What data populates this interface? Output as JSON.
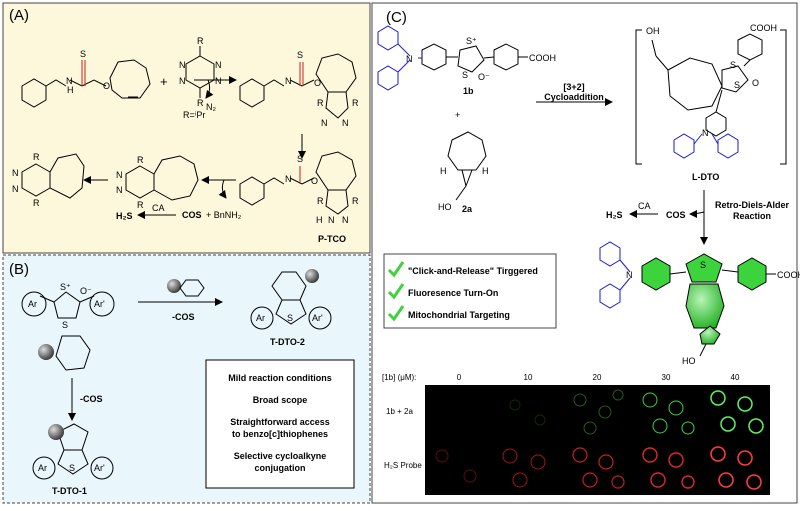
{
  "panelA": {
    "label": "(A)",
    "tetrazine_sub": "R=ⁱPr",
    "n2": "N₂",
    "r": "R",
    "n": "N",
    "o": "O",
    "s": "S",
    "h": "H",
    "ptco": "P-TCO",
    "cos": "COS",
    "bnnh2": "+ BnNH₂",
    "h2s": "H₂S",
    "ca": "CA",
    "colors": {
      "background": "#fdf7dc",
      "sulfur": "#d01c1c"
    }
  },
  "panelB": {
    "label": "(B)",
    "ar": "Ar",
    "ar_prime": "Ar'",
    "s_plus": "S⁺",
    "o_minus": "O⁻",
    "s": "S",
    "minus_cos": "-COS",
    "tdto2": "T-DTO-2",
    "tdto1": "T-DTO-1",
    "features": [
      "Mild reaction conditions",
      "Broad scope",
      "Straightforward access",
      "to benzo[c]thiophenes",
      "Selective cycloalkyne",
      "conjugation"
    ],
    "colors": {
      "background": "#e9f6fb"
    }
  },
  "panelC": {
    "label": "(C)",
    "cmpd_1b": "1b",
    "cmpd_2a": "2a",
    "plus": "+",
    "cooh": "COOH",
    "oh": "OH",
    "ho": "HO",
    "h": "H",
    "n": "N",
    "s": "S",
    "s_plus": "S⁺",
    "o_minus": "O⁻",
    "o": "O",
    "rxn1_line1": "[3+2]",
    "rxn1_line2": "Cycloaddition",
    "ldto": "L-DTO",
    "h2s": "H₂S",
    "ca": "CA",
    "cos": "COS",
    "rxn2_line1": "Retro-Diels-Alder",
    "rxn2_line2": "Reaction",
    "checks": [
      "\"Click-and-Release\" Tirggered",
      "Fluoresence Turn-On",
      "Mitochondrial Targeting"
    ],
    "micro": {
      "header": "[1b] (μM):",
      "concentrations": [
        "0",
        "10",
        "20",
        "30",
        "40"
      ],
      "rows": [
        "1b + 2a",
        "H₂S Probe"
      ]
    },
    "colors": {
      "blue": "#1a1ad6",
      "green": "#3dd33d",
      "red": "#d01c1c"
    }
  }
}
